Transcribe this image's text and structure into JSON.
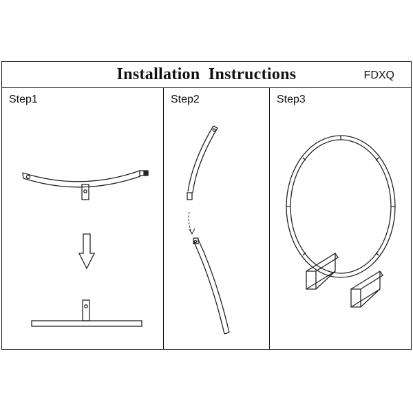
{
  "header": {
    "title": "Installation  Instructions",
    "code": "FDXQ"
  },
  "steps": [
    {
      "label": "Step1"
    },
    {
      "label": "Step2"
    },
    {
      "label": "Step3"
    }
  ]
}
